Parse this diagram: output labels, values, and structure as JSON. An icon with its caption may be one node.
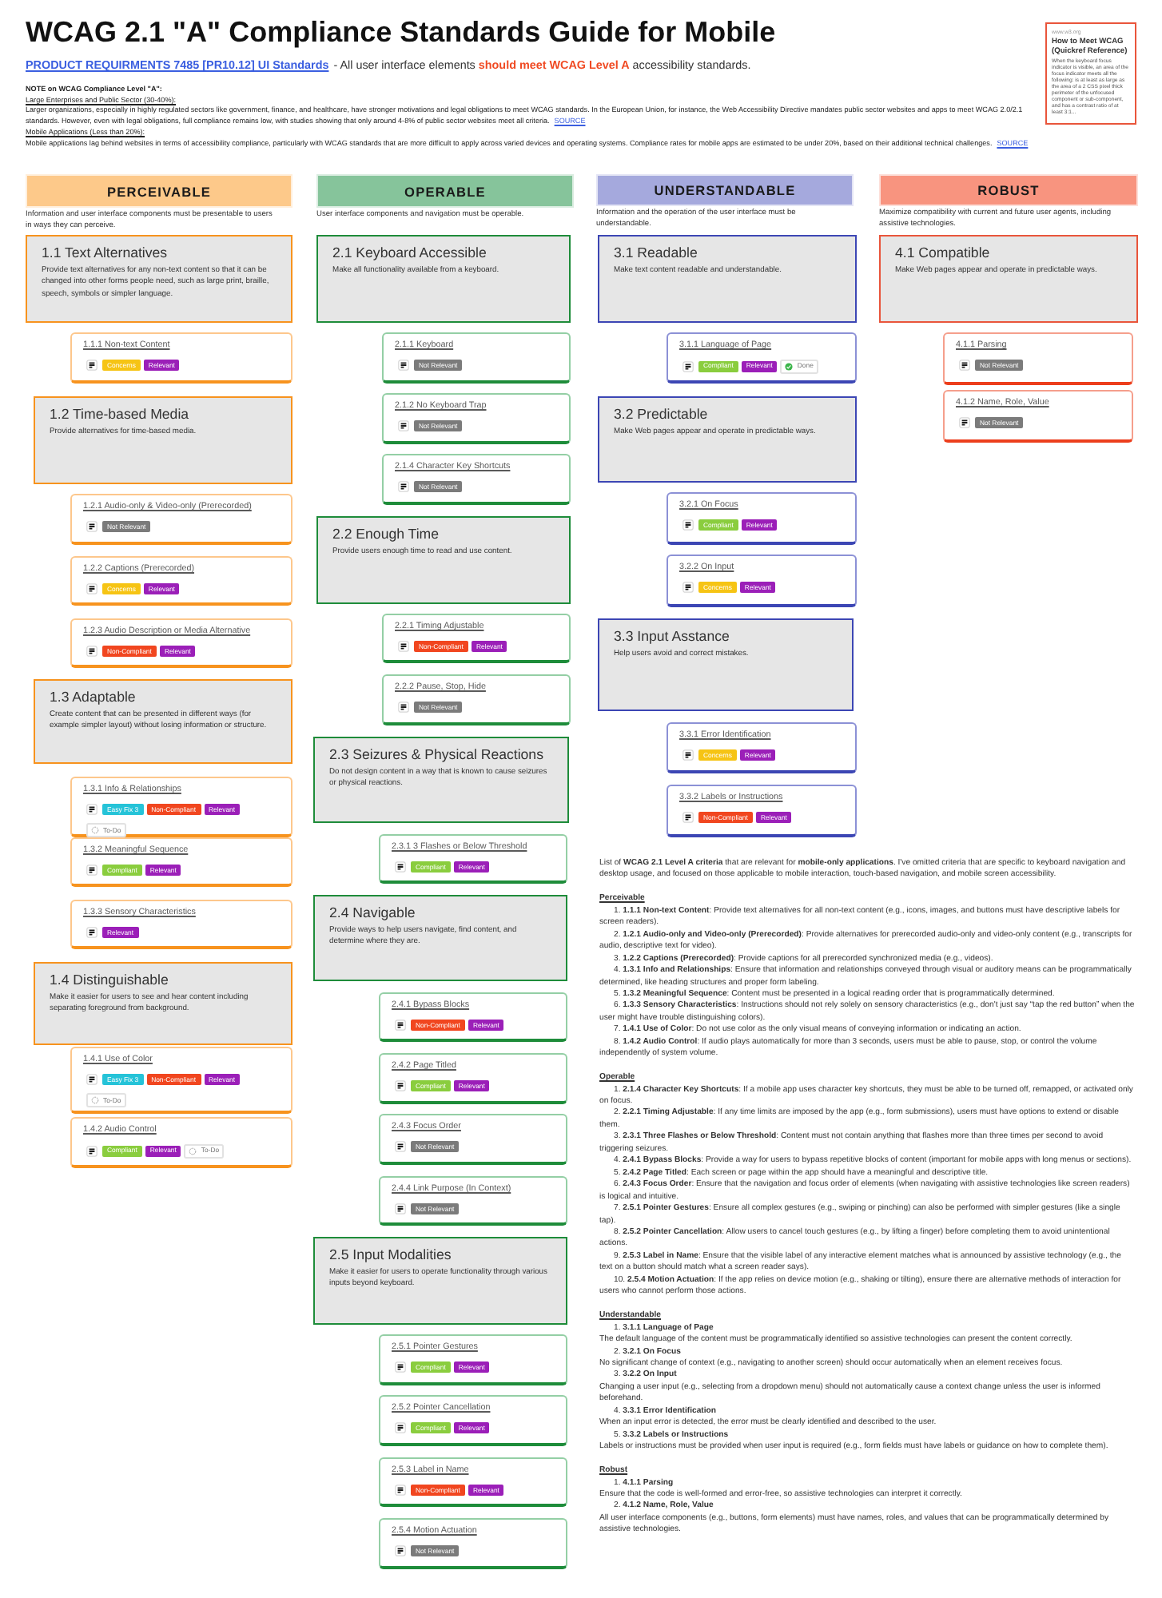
{
  "diagram": {
    "title": "WCAG 2.1 \"A\" Compliance Standards Guide for Mobile",
    "nodes": [
      {
        "text": [
          "www.w3.org",
          "How to Meet WCAG (Quickref Reference)",
          "When the keyboard focus indicator is visible, an area of the focus indicator meets all the following: is at least as large as the area of a 2 CSS pixel thick perimeter of the unfocused component or sub-component, and has a contrast ratio of at least 3:1..."
        ]
      },
      {
        "text": [
          "PERCEIVABLE"
        ],
        "beside": [
          "Information and user interface components must be presentable to users in ways they can perceive."
        ]
      },
      {
        "text": [
          "OPERABLE"
        ],
        "beside": [
          "User interface components and navigation must be operable."
        ]
      },
      {
        "text": [
          "UNDERSTANDABLE"
        ],
        "beside": [
          "Information and the operation of the user interface must be understandable."
        ]
      },
      {
        "text": [
          "ROBUST"
        ],
        "beside": [
          "Maximize compatibility with current and future user agents, including assistive technologies."
        ]
      },
      {
        "text": [
          "1.1 Text Alternatives",
          "Provide text alternatives for any non-text content so that it can be changed into other forms people need, such as large print, braille, speech, symbols or simpler language."
        ]
      },
      {
        "text": [
          "1.1.1 Non-text Content",
          "Concerns",
          "Relevant"
        ]
      },
      {
        "text": [
          "1.2 Time-based Media",
          "Provide alternatives for time-based media."
        ]
      },
      {
        "text": [
          "1.2.1 Audio-only & Video-only (Prerecorded)",
          "Not Relevant"
        ]
      },
      {
        "text": [
          "1.2.2 Captions (Prerecorded)",
          "Concerns",
          "Relevant"
        ]
      },
      {
        "text": [
          "1.2.3 Audio Description or Media Alternative",
          "Non-Compliant",
          "Relevant"
        ]
      },
      {
        "text": [
          "1.3 Adaptable",
          "Create content that can be presented in different ways (for example simpler layout) without losing information or structure."
        ]
      },
      {
        "text": [
          "1.3.1 Info & Relationships",
          "Easy Fix 3",
          "Non-Compliant",
          "Relevant",
          "To-Do"
        ]
      },
      {
        "text": [
          "1.3.2 Meaningful Sequence",
          "Compliant",
          "Relevant"
        ]
      },
      {
        "text": [
          "1.3.3 Sensory Characteristics",
          "Relevant"
        ]
      },
      {
        "text": [
          "1.4 Distinguishable",
          "Make it easier for users to see and hear content including separating foreground from background."
        ]
      },
      {
        "text": [
          "1.4.1 Use of Color",
          "Easy Fix 3",
          "Non-Compliant",
          "Relevant",
          "To-Do"
        ]
      },
      {
        "text": [
          "1.4.2 Audio Control",
          "Compliant",
          "Relevant",
          "To-Do"
        ]
      },
      {
        "text": [
          "2.1 Keyboard Accessible",
          "Make all functionality available from a keyboard."
        ]
      },
      {
        "text": [
          "2.1.1 Keyboard",
          "Not Relevant"
        ]
      },
      {
        "text": [
          "2.1.2 No Keyboard Trap",
          "Not Relevant"
        ]
      },
      {
        "text": [
          "2.1.4 Character Key Shortcuts",
          "Not Relevant"
        ]
      },
      {
        "text": [
          "2.2 Enough Time",
          "Provide users enough time to read and use content."
        ]
      },
      {
        "text": [
          "2.2.1 Timing Adjustable",
          "Non-Compliant",
          "Relevant"
        ]
      },
      {
        "text": [
          "2.2.2 Pause, Stop, Hide",
          "Not Relevant"
        ]
      },
      {
        "text": [
          "2.3 Seizures & Physical Reactions",
          "Do not design content in a way that is known to cause seizures or physical reactions."
        ]
      },
      {
        "text": [
          "2.3.1 3 Flashes or Below Threshold",
          "Compliant",
          "Relevant"
        ]
      },
      {
        "text": [
          "2.4 Navigable",
          "Provide ways to help users navigate, find content, and determine where they are."
        ]
      },
      {
        "text": [
          "2.4.1 Bypass Blocks",
          "Non-Compliant",
          "Relevant"
        ]
      },
      {
        "text": [
          "2.4.2 Page Titled",
          "Compliant",
          "Relevant"
        ]
      },
      {
        "text": [
          "2.4.3 Focus Order",
          "Not Relevant"
        ]
      },
      {
        "text": [
          "2.4.4 Link Purpose (In Context)",
          "Not Relevant"
        ]
      },
      {
        "text": [
          "2.5 Input Modalities",
          "Make it easier for users to operate functionality through various inputs beyond keyboard."
        ]
      },
      {
        "text": [
          "2.5.1 Pointer Gestures",
          "Compliant",
          "Relevant"
        ]
      },
      {
        "text": [
          "2.5.2 Pointer Cancellation",
          "Compliant",
          "Relevant"
        ]
      },
      {
        "text": [
          "2.5.3 Label in Name",
          "Non-Compliant",
          "Relevant"
        ]
      },
      {
        "text": [
          "2.5.4 Motion Actuation",
          "Not Relevant"
        ]
      },
      {
        "text": [
          "3.1 Readable",
          "Make text content readable and understandable."
        ]
      },
      {
        "text": [
          "3.1.1 Language of Page",
          "Compliant",
          "Relevant",
          "Done"
        ]
      },
      {
        "text": [
          "3.2 Predictable",
          "Make Web pages appear and operate in predictable ways."
        ]
      },
      {
        "text": [
          "3.2.1 On Focus",
          "Compliant",
          "Relevant"
        ]
      },
      {
        "text": [
          "3.2.2 On Input",
          "Concerns",
          "Relevant"
        ]
      },
      {
        "text": [
          "3.3 Input Asstance",
          "Help users avoid and correct mistakes."
        ]
      },
      {
        "text": [
          "3.3.1 Error Identification",
          "Concerns",
          "Relevant"
        ]
      },
      {
        "text": [
          "3.3.2 Labels or Instructions",
          "Non-Compliant",
          "Relevant"
        ]
      },
      {
        "text": [
          "4.1 Compatible",
          "Make Web pages appear and operate in predictable ways."
        ]
      },
      {
        "text": [
          "4.1.1 Parsing",
          "Not Relevant"
        ]
      },
      {
        "text": [
          "4.1.2 Name, Role, Value",
          "Not Relevant"
        ]
      }
    ],
    "labels": [
      "PRODUCT REQUIRMENTS 7485 [PR10.12] UI Standards",
      "- All user interface elements **should meet WCAG Level A** accessibility standards.",
      "NOTE on WCAG Compliance Level \"A\":",
      "Large Enterprises and Public Sector (30-40%):",
      "Larger organizations, especially in highly regulated sectors like government, finance, and healthcare, have stronger motivations and legal obligations to meet WCAG standards. In the European Union, for instance, the Web Accessibility Directive mandates public sector websites and apps to meet WCAG 2.0/2.1 standards. However, even with legal obligations, full compliance remains low, with studies showing that only around 4-8% of public sector websites meet all criteria.",
      "SOURCE",
      "Mobile Applications (Less than 20%):",
      "Mobile applications lag behind websites in terms of accessibility compliance, particularly with WCAG standards that are more difficult to apply across varied devices and operating systems. Compliance rates for mobile apps are estimated to be under 20%, based on their additional technical challenges.",
      "SOURCE",
      "List of **WCAG 2.1 Level A criteria** that are relevant for **mobile-only applications**. I've omitted criteria that are specific to keyboard navigation and desktop usage, and focused on those applicable to mobile interaction, touch-based navigation, and mobile screen accessibility.",
      "Perceivable",
      "1. **1.1.1 Non-text Content**: Provide text alternatives for all non-text content (e.g., icons, images, and buttons must have descriptive labels for screen readers).",
      "2. **1.2.1 Audio-only and Video-only (Prerecorded)**: Provide alternatives for prerecorded audio-only and video-only content (e.g., transcripts for audio, descriptive text for video).",
      "3. **1.2.2 Captions (Prerecorded)**: Provide captions for all prerecorded synchronized media (e.g., videos).",
      "4. **1.3.1 Info and Relationships**: Ensure that information and relationships conveyed through visual or auditory means can be programmatically determined, like heading structures and proper form labeling.",
      "5. **1.3.2 Meaningful Sequence**: Content must be presented in a logical reading order that is programmatically determined.",
      "6. **1.3.3 Sensory Characteristics**: Instructions should not rely solely on sensory characteristics (e.g., don't just say “tap the red button” when the user might have trouble distinguishing colors).",
      "7. **1.4.1 Use of Color**: Do not use color as the only visual means of conveying information or indicating an action.",
      "8. **1.4.2 Audio Control**: If audio plays automatically for more than 3 seconds, users must be able to pause, stop, or control the volume independently of system volume.",
      "Operable",
      "1. **2.1.4 Character Key Shortcuts**: If a mobile app uses character key shortcuts, they must be able to be turned off, remapped, or activated only on focus.",
      "2. **2.2.1 Timing Adjustable**: If any time limits are imposed by the app (e.g., form submissions), users must have options to extend or disable them.",
      "3. **2.3.1 Three Flashes or Below Threshold**: Content must not contain anything that flashes more than three times per second to avoid triggering seizures.",
      "4. **2.4.1 Bypass Blocks**: Provide a way for users to bypass repetitive blocks of content (important for mobile apps with long menus or sections).",
      "5. **2.4.2 Page Titled**: Each screen or page within the app should have a meaningful and descriptive title.",
      "6. **2.4.3 Focus Order**: Ensure that the navigation and focus order of elements (when navigating with assistive technologies like screen readers) is logical and intuitive.",
      "7. **2.5.1 Pointer Gestures**: Ensure all complex gestures (e.g., swiping or pinching) can also be performed with simpler gestures (like a single tap).",
      "8. **2.5.2 Pointer Cancellation**: Allow users to cancel touch gestures (e.g., by lifting a finger) before completing them to avoid unintentional actions.",
      "9. **2.5.3 Label in Name**: Ensure that the visible label of any interactive element matches what is announced by assistive technology (e.g., the text on a button should match what a screen reader says).",
      "10. **2.5.4 Motion Actuation**: If the app relies on device motion (e.g., shaking or tilting), ensure there are alternative methods of interaction for users who cannot perform those actions.",
      "Understandable",
      "1. **3.1.1 Language of Page**",
      "The default language of the content must be programmatically identified so assistive technologies can present the content correctly.",
      "2. **3.2.1 On Focus**",
      "No significant change of context (e.g., navigating to another screen) should occur automatically when an element receives focus.",
      "3. **3.2.2 On Input**",
      "Changing a user input (e.g., selecting from a dropdown menu) should not automatically cause a context change unless the user is informed beforehand.",
      "4. **3.3.1 Error Identification**",
      "When an input error is detected, the error must be clearly identified and described to the user.",
      "5. **3.3.2 Labels or Instructions**",
      "Labels or instructions must be provided when user input is required (e.g., form fields must have labels or guidance on how to complete them).",
      "Robust",
      "1. **4.1.1 Parsing**",
      "Ensure that the code is well-formed and error-free, so assistive technologies can interpret it correctly.",
      "2. **4.1.2 Name, Role, Value**",
      "All user interface components (e.g., buttons, form elements) must have names, roles, and values that can be programmatically determined by assistive technologies."
    ]
  }
}
